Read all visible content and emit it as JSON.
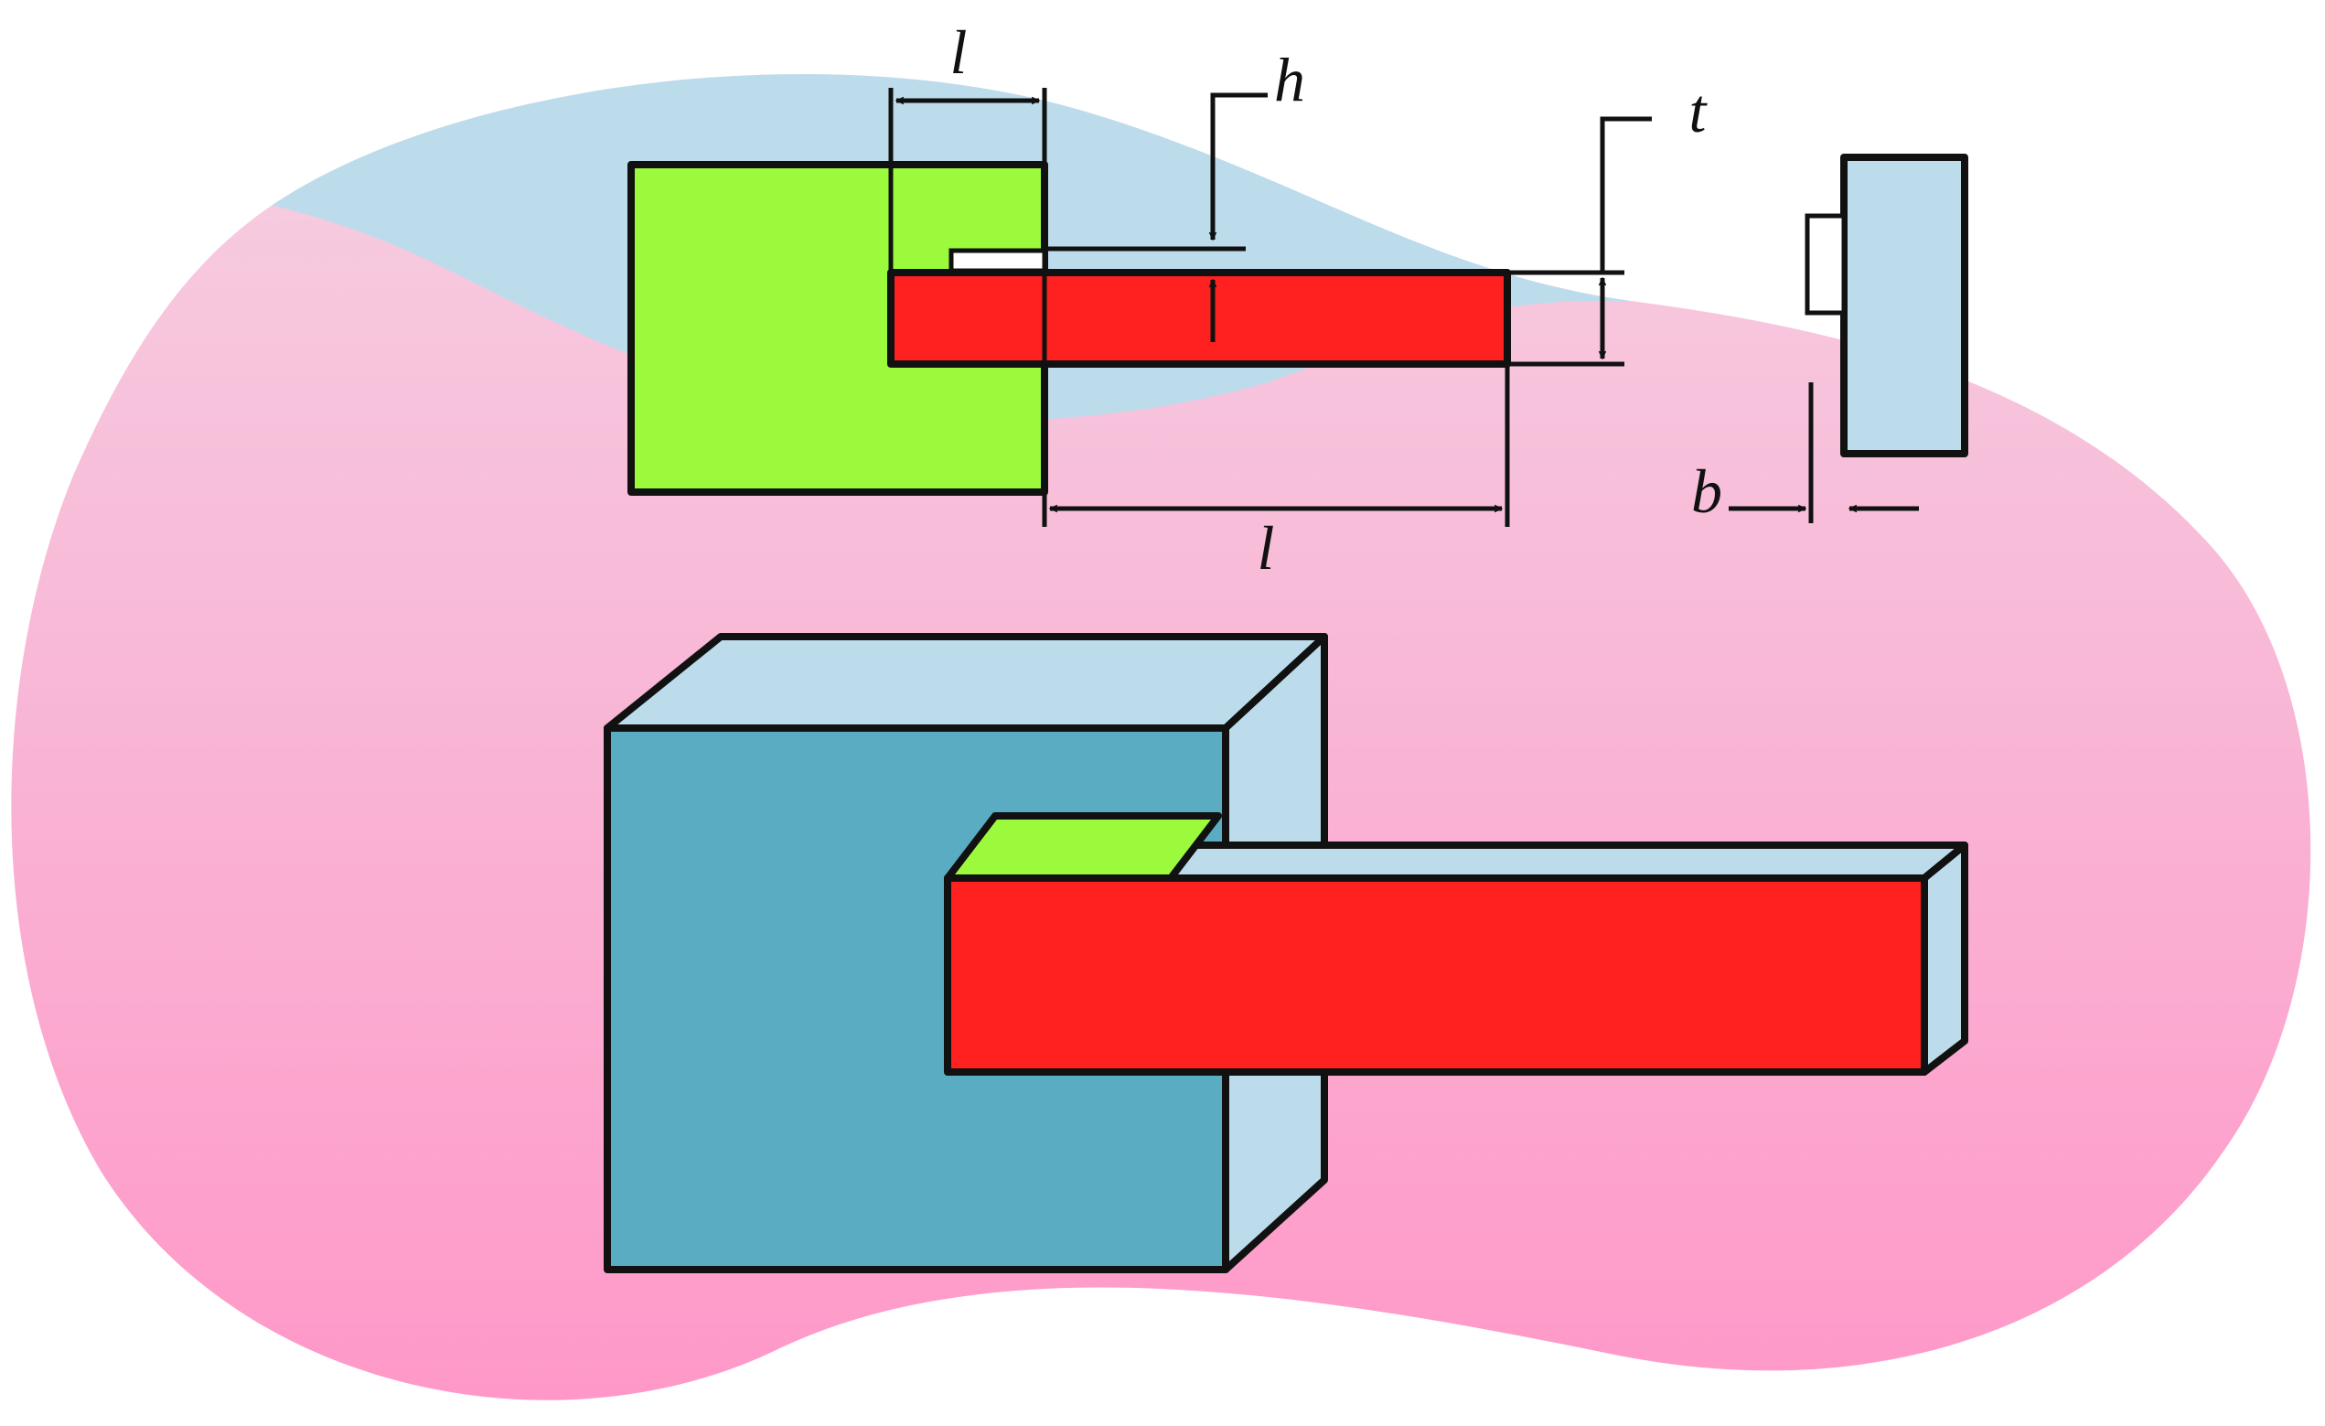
{
  "labels": {
    "l_top": "l",
    "h": "h",
    "t": "t",
    "l_bottom": "l",
    "b": "b"
  },
  "colors": {
    "blob_pink": "#ff9ccc",
    "blob_light_pink": "#f4c6dc",
    "blob_blue": "#bcdcec",
    "green": "#9cfa3c",
    "red": "#ff2020",
    "light_blue": "#bcdcec",
    "teal": "#5aacc2",
    "white_shim": "#ffffff",
    "outline": "#111111"
  }
}
